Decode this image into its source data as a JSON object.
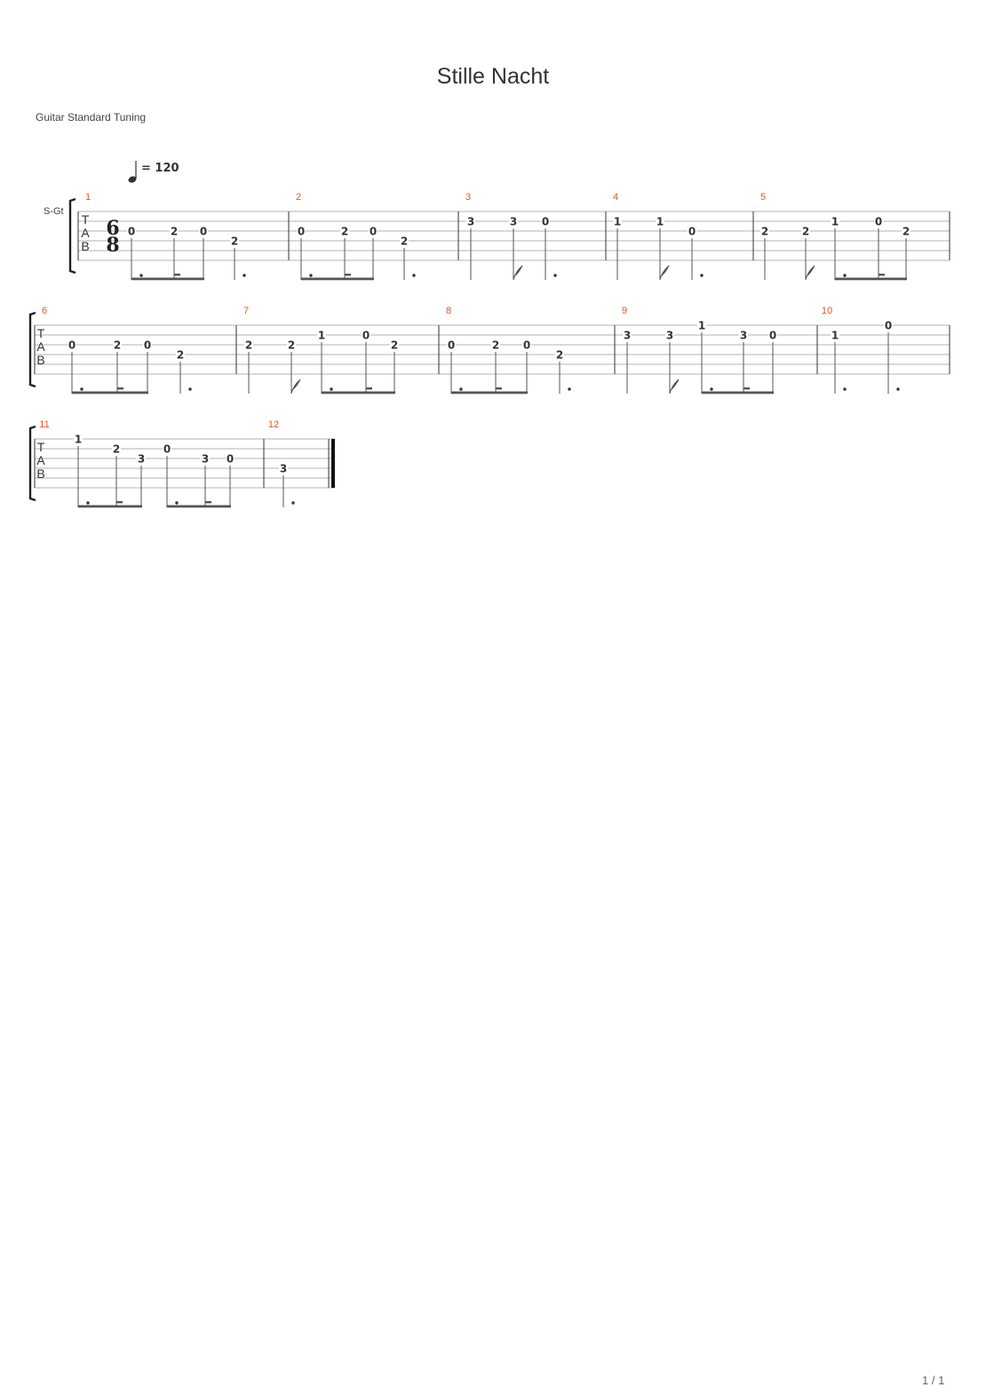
{
  "title": "Stille Nacht",
  "tuning": "Guitar Standard Tuning",
  "tempo": {
    "value": 120,
    "label": "= 120"
  },
  "instrument_label": "S-Gt",
  "time_signature": {
    "numerator": "6",
    "denominator": "8"
  },
  "tab_letters": [
    "T",
    "A",
    "B"
  ],
  "page_number": "1 / 1",
  "colors": {
    "measure_number": "#e8541e",
    "ink": "#333333"
  },
  "systems": [
    {
      "measures": [
        {
          "number": "1",
          "notes": [
            {
              "fret": "0",
              "string": 2,
              "dur": "8d",
              "beam": 0
            },
            {
              "fret": "2",
              "string": 2,
              "dur": "16",
              "beam": 0
            },
            {
              "fret": "0",
              "string": 2,
              "dur": "8",
              "beam": 0
            },
            {
              "fret": "2",
              "string": 3,
              "dur": "4d"
            }
          ]
        },
        {
          "number": "2",
          "notes": [
            {
              "fret": "0",
              "string": 2,
              "dur": "8d",
              "beam": 0
            },
            {
              "fret": "2",
              "string": 2,
              "dur": "16",
              "beam": 0
            },
            {
              "fret": "0",
              "string": 2,
              "dur": "8",
              "beam": 0
            },
            {
              "fret": "2",
              "string": 3,
              "dur": "4d"
            }
          ]
        },
        {
          "number": "3",
          "notes": [
            {
              "fret": "3",
              "string": 1,
              "dur": "4"
            },
            {
              "fret": "3",
              "string": 1,
              "dur": "8"
            },
            {
              "fret": "0",
              "string": 1,
              "dur": "4d"
            }
          ]
        },
        {
          "number": "4",
          "notes": [
            {
              "fret": "1",
              "string": 1,
              "dur": "4"
            },
            {
              "fret": "1",
              "string": 1,
              "dur": "8"
            },
            {
              "fret": "0",
              "string": 2,
              "dur": "4d"
            }
          ]
        },
        {
          "number": "5",
          "notes": [
            {
              "fret": "2",
              "string": 2,
              "dur": "4"
            },
            {
              "fret": "2",
              "string": 2,
              "dur": "8"
            },
            {
              "fret": "1",
              "string": 1,
              "dur": "8d",
              "beam": 0
            },
            {
              "fret": "0",
              "string": 1,
              "dur": "16",
              "beam": 0
            },
            {
              "fret": "2",
              "string": 2,
              "dur": "8",
              "beam": 0
            }
          ]
        }
      ]
    },
    {
      "measures": [
        {
          "number": "6",
          "notes": [
            {
              "fret": "0",
              "string": 2,
              "dur": "8d",
              "beam": 0
            },
            {
              "fret": "2",
              "string": 2,
              "dur": "16",
              "beam": 0
            },
            {
              "fret": "0",
              "string": 2,
              "dur": "8",
              "beam": 0
            },
            {
              "fret": "2",
              "string": 3,
              "dur": "4d"
            }
          ]
        },
        {
          "number": "7",
          "notes": [
            {
              "fret": "2",
              "string": 2,
              "dur": "4"
            },
            {
              "fret": "2",
              "string": 2,
              "dur": "8"
            },
            {
              "fret": "1",
              "string": 1,
              "dur": "8d",
              "beam": 0
            },
            {
              "fret": "0",
              "string": 1,
              "dur": "16",
              "beam": 0
            },
            {
              "fret": "2",
              "string": 2,
              "dur": "8",
              "beam": 0
            }
          ]
        },
        {
          "number": "8",
          "notes": [
            {
              "fret": "0",
              "string": 2,
              "dur": "8d",
              "beam": 0
            },
            {
              "fret": "2",
              "string": 2,
              "dur": "16",
              "beam": 0
            },
            {
              "fret": "0",
              "string": 2,
              "dur": "8",
              "beam": 0
            },
            {
              "fret": "2",
              "string": 3,
              "dur": "4d"
            }
          ]
        },
        {
          "number": "9",
          "notes": [
            {
              "fret": "3",
              "string": 1,
              "dur": "4"
            },
            {
              "fret": "3",
              "string": 1,
              "dur": "8"
            },
            {
              "fret": "1",
              "string": 0,
              "dur": "8d",
              "beam": 0
            },
            {
              "fret": "3",
              "string": 1,
              "dur": "16",
              "beam": 0
            },
            {
              "fret": "0",
              "string": 1,
              "dur": "8",
              "beam": 0
            }
          ]
        },
        {
          "number": "10",
          "notes": [
            {
              "fret": "1",
              "string": 1,
              "dur": "4d"
            },
            {
              "fret": "0",
              "string": 0,
              "dur": "4d"
            }
          ]
        }
      ]
    },
    {
      "measures": [
        {
          "number": "11",
          "notes": [
            {
              "fret": "1",
              "string": 0,
              "dur": "8d",
              "beam": 0
            },
            {
              "fret": "2",
              "string": 1,
              "dur": "16",
              "beam": 0
            },
            {
              "fret": "3",
              "string": 2,
              "dur": "8",
              "beam": 0
            },
            {
              "fret": "0",
              "string": 1,
              "dur": "8d",
              "beam": 1
            },
            {
              "fret": "3",
              "string": 2,
              "dur": "16",
              "beam": 1
            },
            {
              "fret": "0",
              "string": 2,
              "dur": "8",
              "beam": 1
            }
          ]
        },
        {
          "number": "12",
          "notes": [
            {
              "fret": "3",
              "string": 3,
              "dur": "4d"
            }
          ]
        }
      ]
    }
  ]
}
